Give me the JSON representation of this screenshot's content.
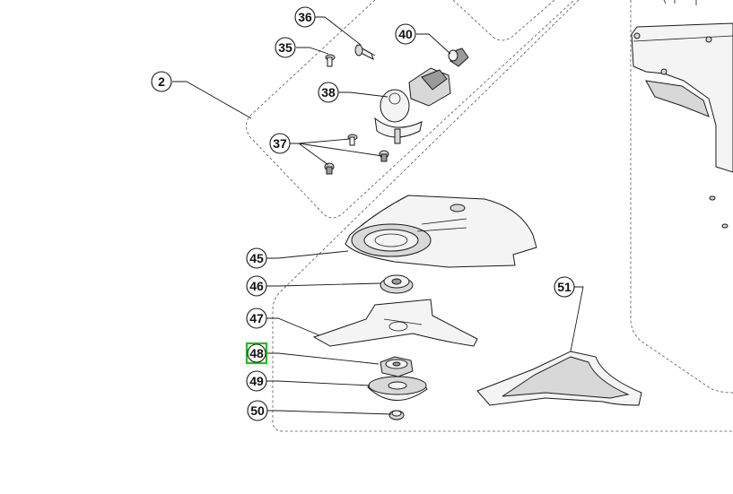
{
  "highlight_color": "#22c020",
  "callouts": {
    "c2": "2",
    "c35": "35",
    "c36": "36",
    "c37": "37",
    "c38": "38",
    "c40": "40",
    "c45": "45",
    "c46": "46",
    "c47": "47",
    "c48": "48",
    "c49": "49",
    "c50": "50",
    "c51": "51"
  },
  "highlighted_callout": "48"
}
